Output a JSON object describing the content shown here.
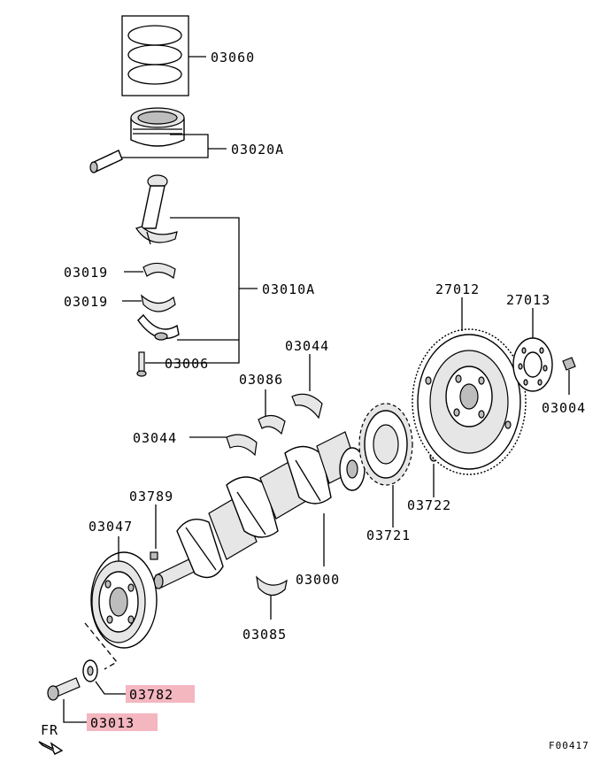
{
  "labels": {
    "p03060": "03060",
    "p03020a": "03020A",
    "p03019a": "03019",
    "p03019b": "03019",
    "p03010a": "03010A",
    "p03006": "03006",
    "p03044a": "03044",
    "p03086": "03086",
    "p03044b": "03044",
    "p27012": "27012",
    "p27013": "27013",
    "p03004": "03004",
    "p03789": "03789",
    "p03047": "03047",
    "p03000": "03000",
    "p03721": "03721",
    "p03722": "03722",
    "p03085": "03085",
    "p03782": "03782",
    "p03013": "03013"
  },
  "front_indicator": "FR",
  "figure_code": "F00417",
  "highlight_color": "#f4b6bf"
}
